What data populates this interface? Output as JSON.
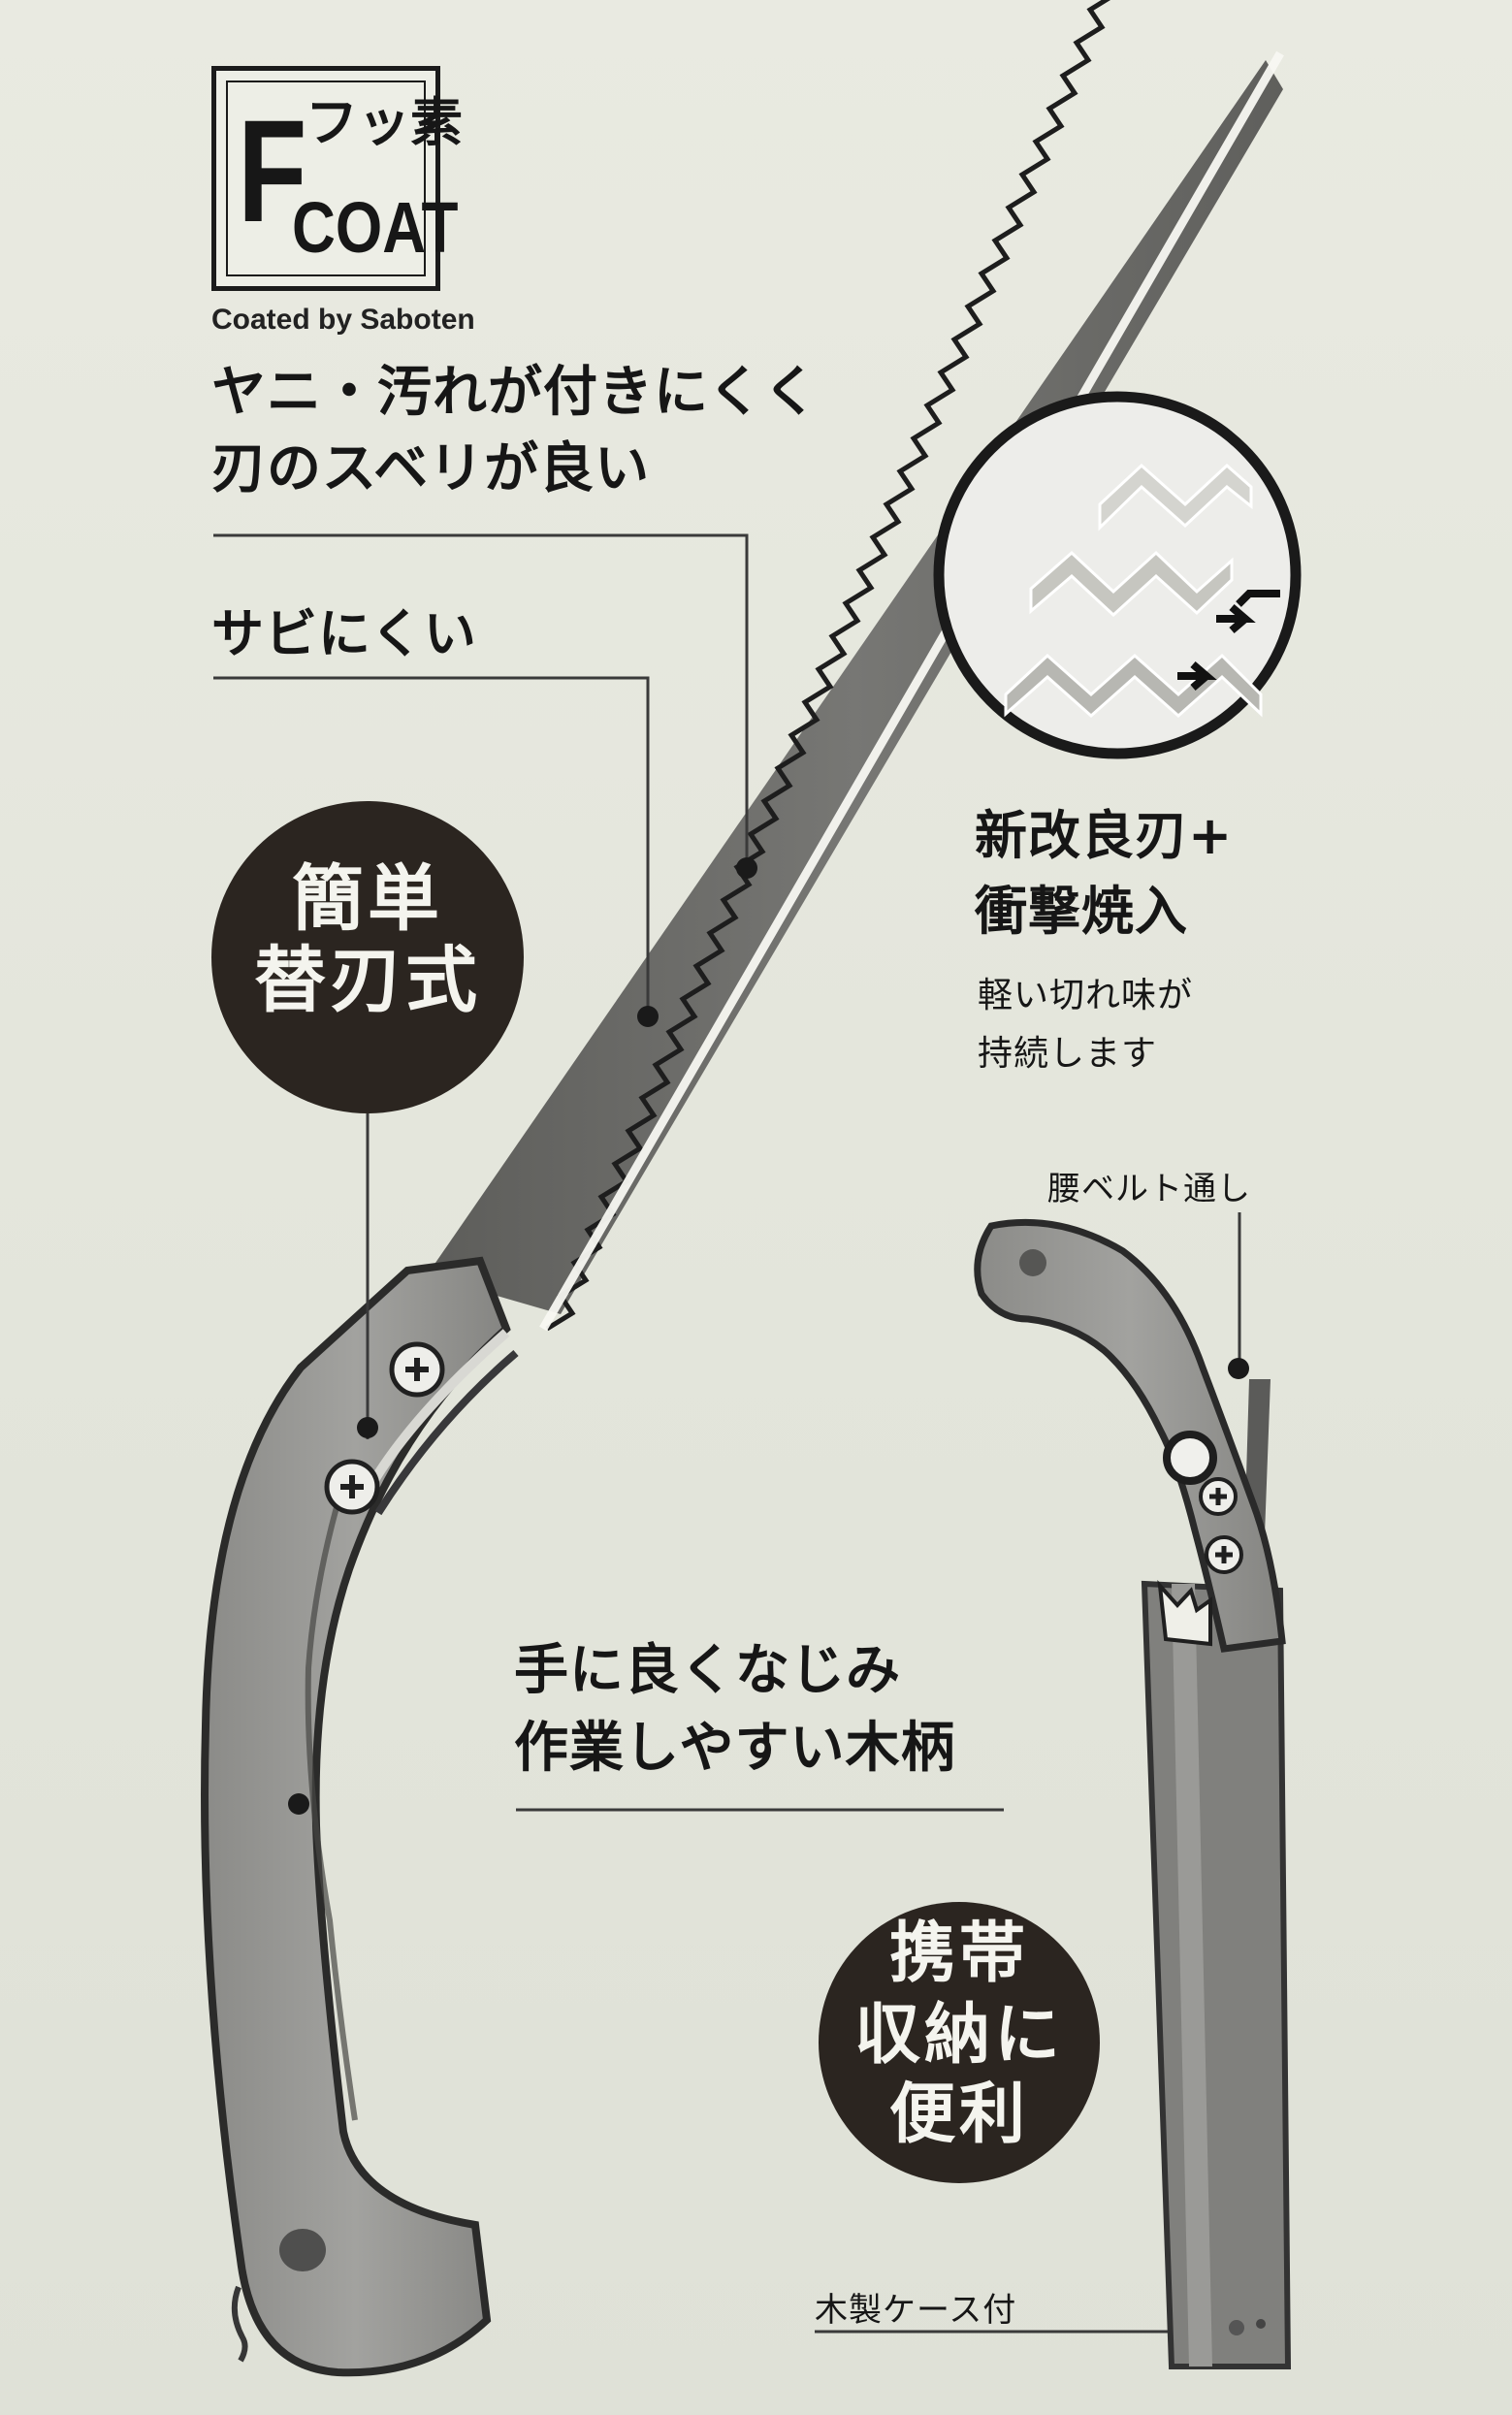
{
  "logo": {
    "letter": "F",
    "jp": "フッ素",
    "coat": "COAT",
    "coated_by": "Coated by Saboten"
  },
  "features": {
    "resin": [
      "ヤニ・汚れが付きにくく",
      "刃のスベリが良い"
    ],
    "rust": "サビにくい",
    "blade_name": [
      "新改良刃+",
      "衝撃焼入"
    ],
    "blade_desc": [
      "軽い切れ味が",
      "持続します"
    ],
    "belt": "腰ベルト通し",
    "grip": [
      "手に良くなじみ",
      "作業しやすい木柄"
    ],
    "case": "木製ケース付"
  },
  "badges": {
    "replace": [
      "簡単",
      "替刃式"
    ],
    "carry": [
      "携帯",
      "収納に",
      "便利"
    ]
  },
  "colors": {
    "background": "#e6e7dd",
    "badge": "#2b2520",
    "blade": "#6f6f6c",
    "handle": "#8b8b87"
  }
}
